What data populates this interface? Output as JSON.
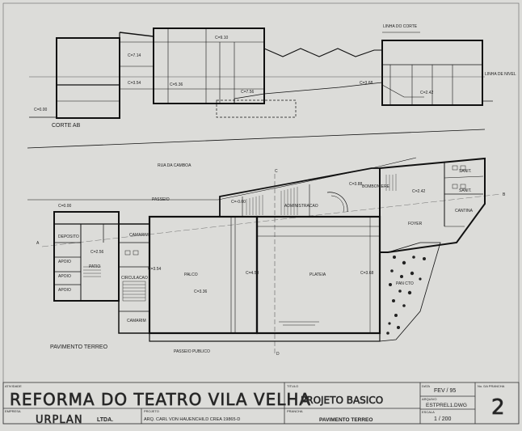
{
  "section": {
    "title": "CORTE AB",
    "corte_line": "LINHA DO CORTE",
    "nivel_line": "LINHA DE NIVEL",
    "levels": [
      "C=9.10",
      "C=7.14",
      "C=3.54",
      "C=5.36",
      "C=7.56",
      "C=3.68",
      "C=2.42",
      "C=0.00"
    ]
  },
  "plan": {
    "title": "PAVIMENTO TERREO",
    "street": "RUA DA CAMBOA",
    "sidewalk": "PASSEIO",
    "public_sidewalk": "PASSEIO PUBLICO",
    "marks": {
      "a": "A",
      "b": "B",
      "c": "C",
      "d": "D"
    },
    "levels": [
      "C=0.00",
      "C=-0.00",
      "C=3.88",
      "C=2.42",
      "C=2.56",
      "C=3.54",
      "C=3.36",
      "C=4.58",
      "C=3.68"
    ],
    "rooms": [
      "DEPOSITO",
      "PATIO",
      "APOIO",
      "APOIO",
      "APOIO",
      "CAMARIM",
      "CIRCULACAO",
      "CAMARIM",
      "PALCO",
      "PLATEIA",
      "ADMINISTRACAO",
      "BOMBONIERE",
      "FOYER",
      "SANIT.",
      "SANIT.",
      "CANTINA",
      "PAN CTO"
    ]
  },
  "title_block": {
    "atividade_label": "ATIVIDADE",
    "project_title": "REFORMA DO TEATRO VILA VELHA",
    "titulo_label": "TITULO",
    "titulo_value": "PROJETO BASICO",
    "data_label": "DATA",
    "data_value": "FEV / 95",
    "arquivo_label": "ARQUIVO",
    "arquivo_value": "ESTPREL1.DWG",
    "escala_label": "ESCALA",
    "escala_value": "1 / 200",
    "prancha_no_label": "No. DA PRANCHA",
    "prancha_no_value": "2",
    "empresa_label": "EMPRESA",
    "empresa_value": "URPLAN",
    "empresa_suffix": "LTDA.",
    "projeto_label": "PROJETO",
    "projeto_value": "ARQ. CARL VON HAUENCHILD   CREA 19865-D",
    "prancha_label": "PRANCHA",
    "prancha_value": "PAVIMENTO TERREO"
  }
}
